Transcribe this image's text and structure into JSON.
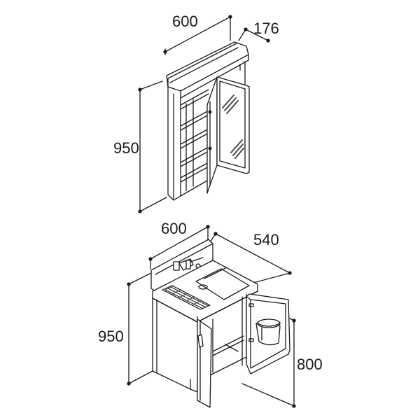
{
  "cabinet": {
    "width_label": "600",
    "depth_label": "176",
    "height_label": "950"
  },
  "vanity": {
    "width_label": "600",
    "depth_label": "540",
    "height_label": "950",
    "counter_height_label": "800"
  },
  "colors": {
    "line": "#1a1a1a",
    "mirror_dark": "#4a4a4a",
    "panel": "#ffffff"
  }
}
